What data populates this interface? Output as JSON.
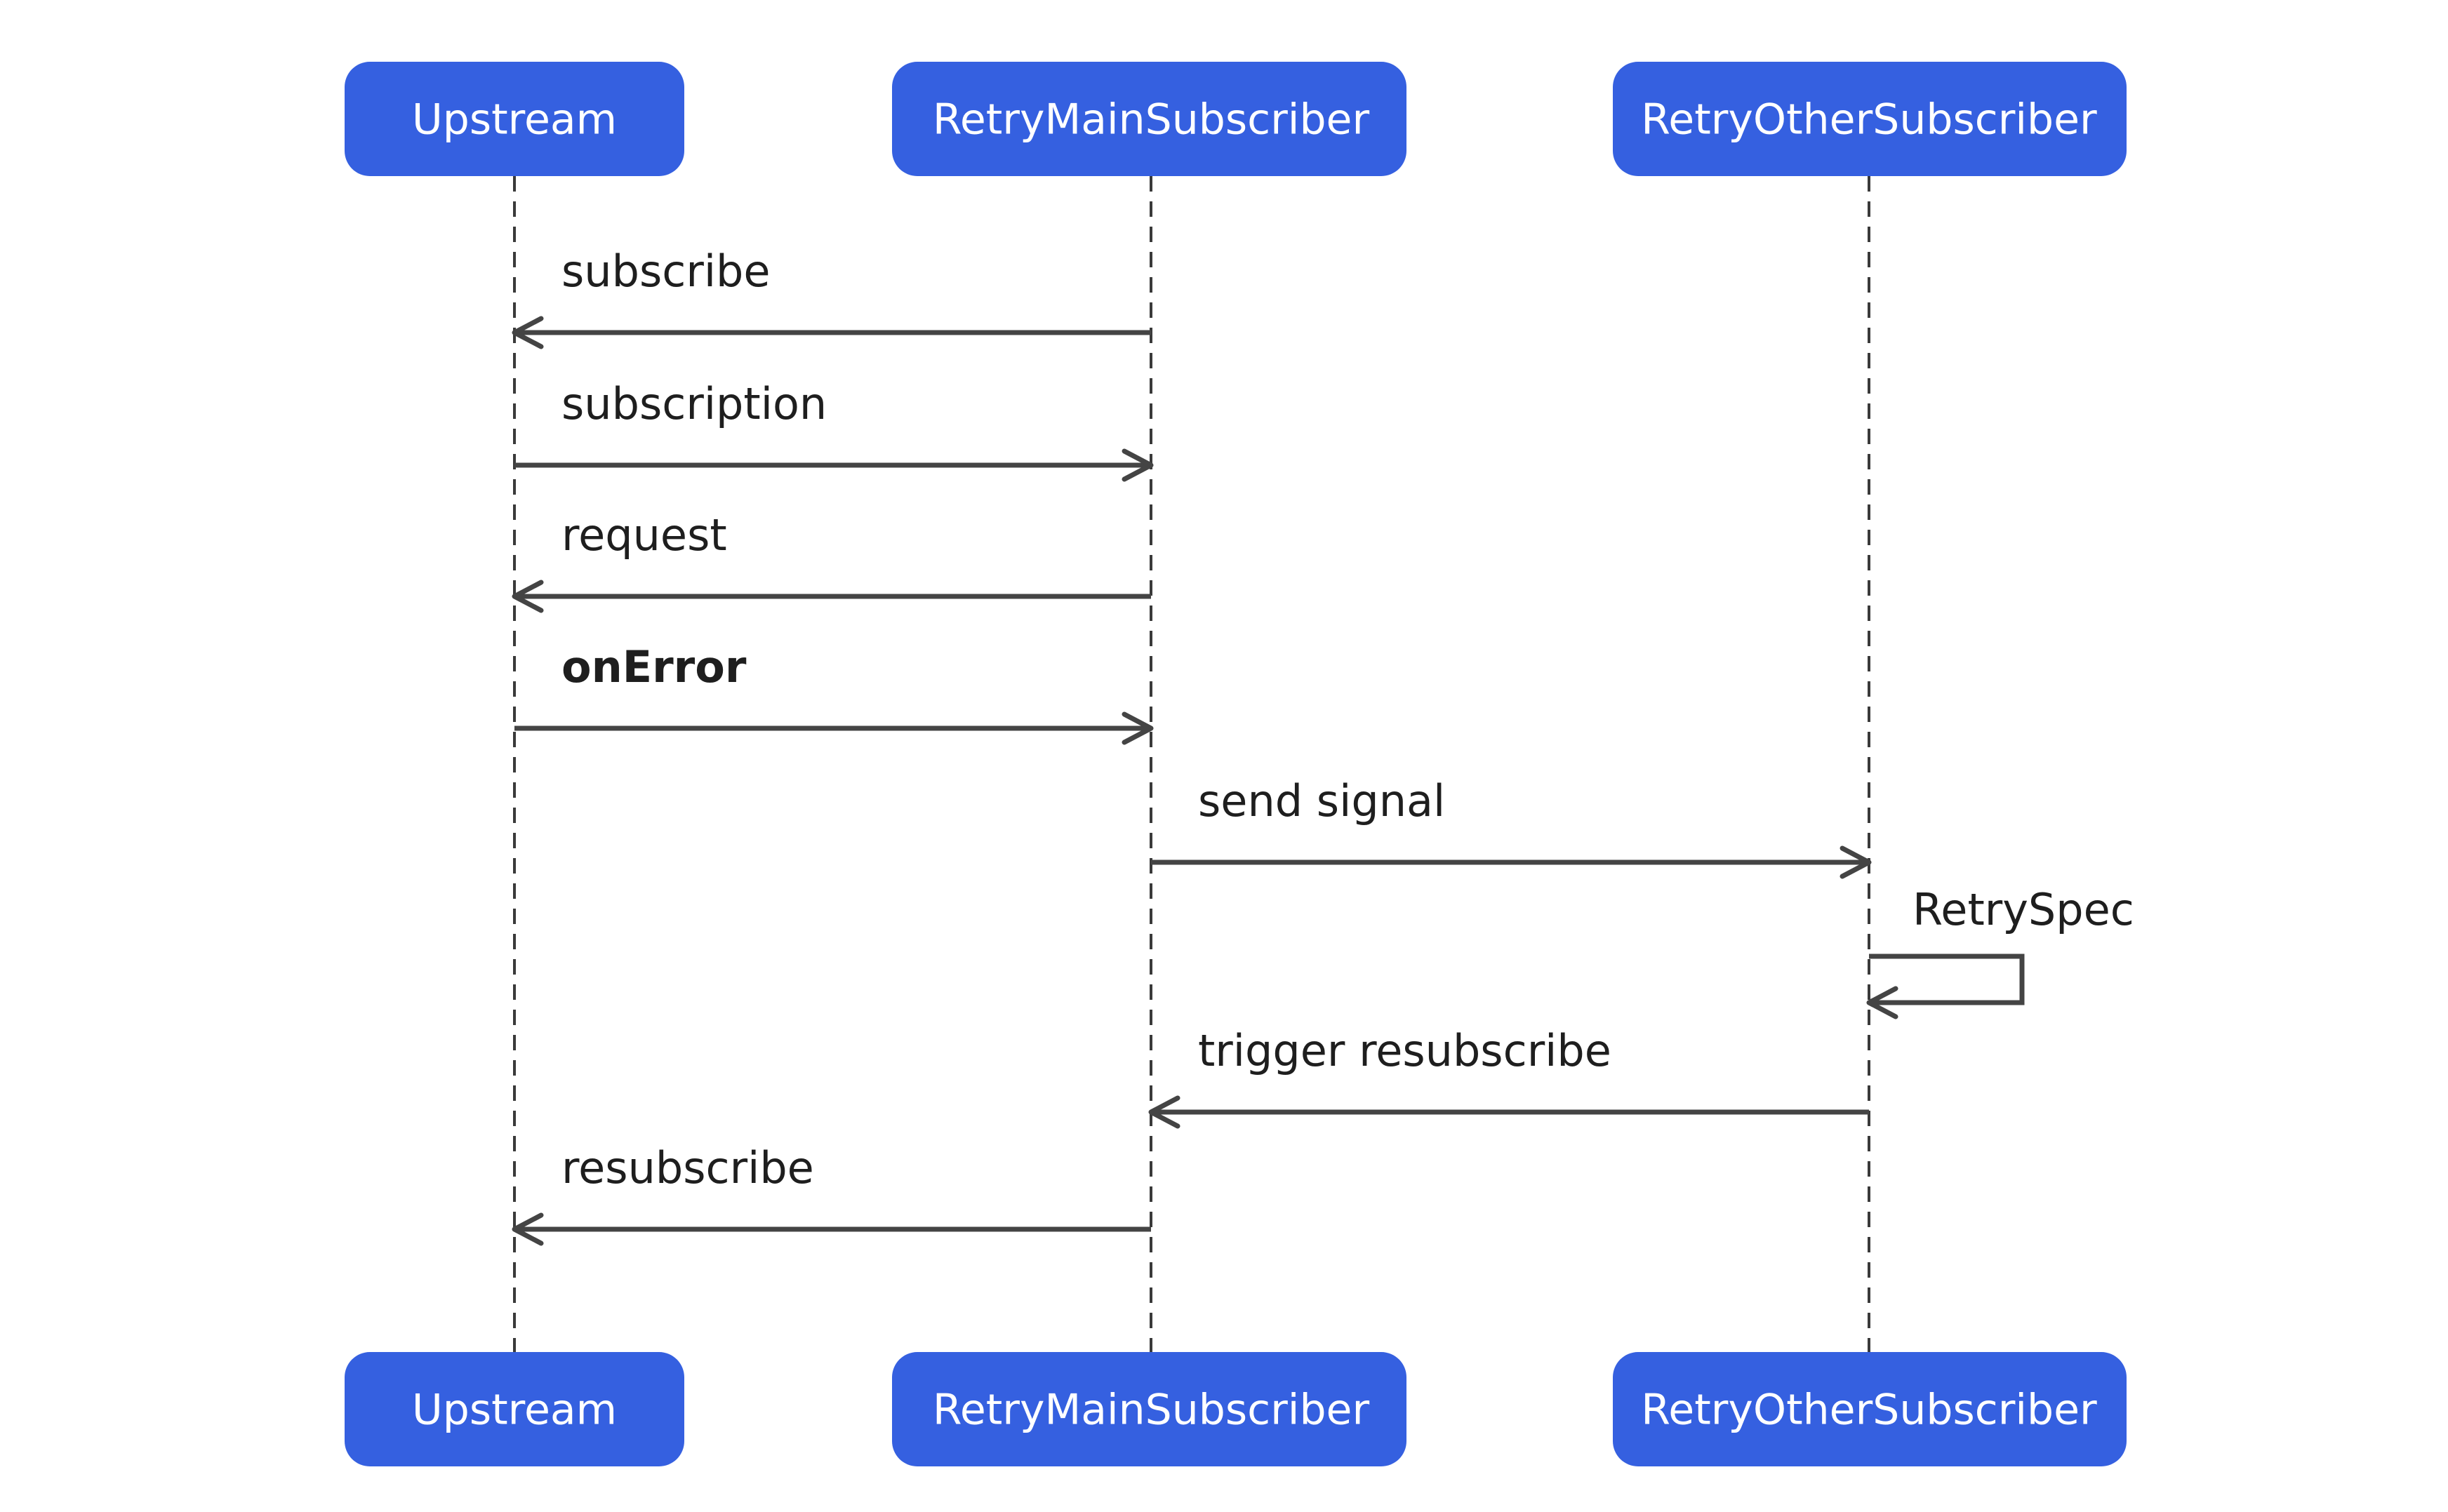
{
  "actors": [
    {
      "id": "upstream",
      "label": "Upstream"
    },
    {
      "id": "main",
      "label": "RetryMainSubscriber"
    },
    {
      "id": "other",
      "label": "RetryOtherSubscriber"
    }
  ],
  "messages": [
    {
      "from": "main",
      "to": "upstream",
      "label": "subscribe",
      "bold": false
    },
    {
      "from": "upstream",
      "to": "main",
      "label": "subscription",
      "bold": false
    },
    {
      "from": "main",
      "to": "upstream",
      "label": "request",
      "bold": false
    },
    {
      "from": "upstream",
      "to": "main",
      "label": "onError",
      "bold": true
    },
    {
      "from": "main",
      "to": "other",
      "label": "send signal",
      "bold": false
    },
    {
      "from": "other",
      "to": "other",
      "label": "RetrySpec",
      "bold": false
    },
    {
      "from": "other",
      "to": "main",
      "label": "trigger resubscribe",
      "bold": false
    },
    {
      "from": "main",
      "to": "upstream",
      "label": "resubscribe",
      "bold": false
    }
  ],
  "colors": {
    "actor_fill": "#3560e0",
    "actor_text": "#ffffff",
    "line": "#444444",
    "text": "#1e1e1e"
  }
}
